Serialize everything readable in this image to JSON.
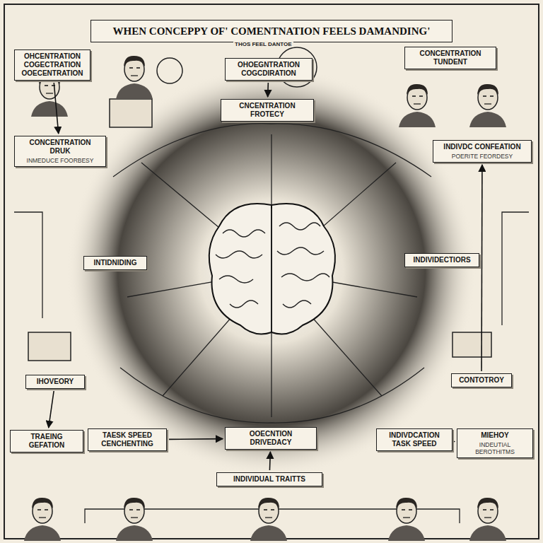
{
  "diagram": {
    "title": "WHEN CONCEPPY OF' COMENTNATION FEELS DAMANDING'",
    "nodes": [
      {
        "text": [
          "OHCENTRATION COGECTRATION OOECENTRATION"
        ]
      },
      {
        "text": [
          "OHOEGNTRATION COGCDIRATION"
        ]
      },
      {
        "text": [
          "CNCENTRATION FROTECY"
        ]
      },
      {
        "text": [
          "CONCENTRATION TUNDENT"
        ]
      },
      {
        "text": [
          "CONCENTRATION DRUK",
          "INMEDUCE FOORBESY"
        ]
      },
      {
        "text": [
          "INDIVDC CONFEATION",
          "POERITE FEORDESY"
        ]
      },
      {
        "text": [
          "INTIDNIDING"
        ]
      },
      {
        "text": [
          "INDIVIDECTIORS"
        ]
      },
      {
        "text": [
          "IHOVEORY"
        ]
      },
      {
        "text": [
          "TRAEING GEFATION"
        ]
      },
      {
        "text": [
          "TAESK SPEED CENCHENTING"
        ]
      },
      {
        "text": [
          "OOECNTION DRIVEDACY"
        ]
      },
      {
        "text": [
          "INDIVIDUAL TRAITTS"
        ]
      },
      {
        "text": [
          "INDIVDCATION TASK SPEED"
        ]
      },
      {
        "text": [
          "MIEHOY",
          "INDEUTIAL BEROTHITMS"
        ]
      },
      {
        "text": [
          "CONTOTROY"
        ]
      }
    ],
    "edges": [
      {
        "from": 0,
        "to": 4,
        "arrow": "to"
      },
      {
        "from": 1,
        "to": 2,
        "arrow": "to"
      },
      {
        "from": 8,
        "to": 9,
        "arrow": "to"
      },
      {
        "from": 10,
        "to": 11,
        "arrow": "to"
      },
      {
        "from": 12,
        "to": 11,
        "arrow": "to"
      },
      {
        "from": 13,
        "to": 14,
        "arrow": "to"
      },
      {
        "from": 15,
        "to": 5,
        "arrow": "to"
      }
    ],
    "labels": [
      "THOS FEEL DANTOE"
    ]
  }
}
